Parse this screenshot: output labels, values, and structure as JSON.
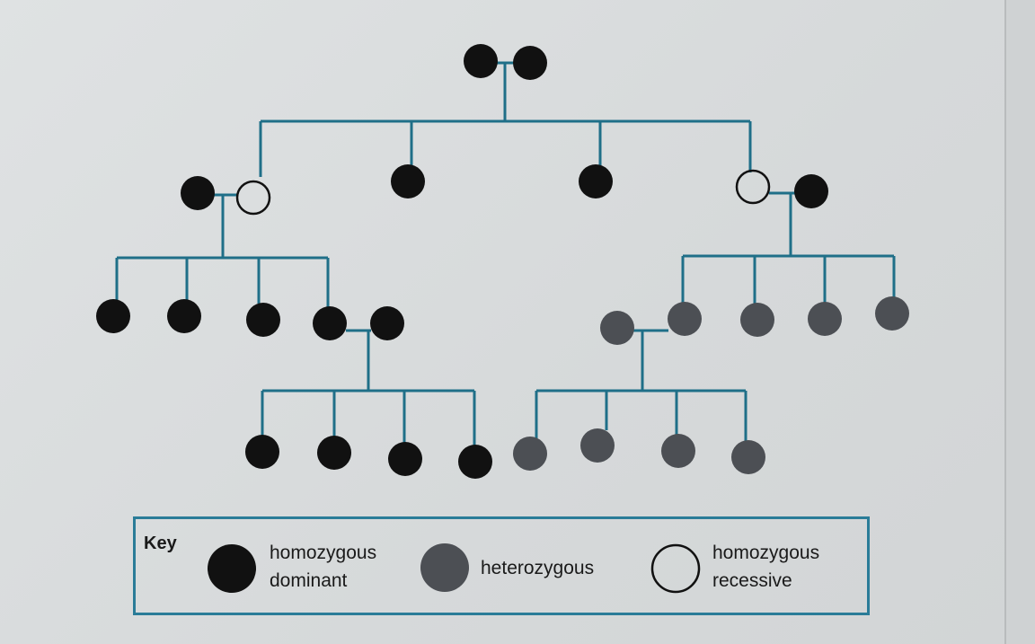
{
  "key": {
    "title": "Key",
    "items": [
      {
        "label_line1": "homozygous",
        "label_line2": "dominant",
        "color": "#111111"
      },
      {
        "label_line1": "heterozygous",
        "color": "#4c4f54"
      },
      {
        "label_line1": "homozygous",
        "label_line2": "recessive",
        "color": "none"
      }
    ]
  },
  "colors": {
    "line": "#1f6f88",
    "dominant": "#111111",
    "heterozygous": "#4c4f54"
  }
}
